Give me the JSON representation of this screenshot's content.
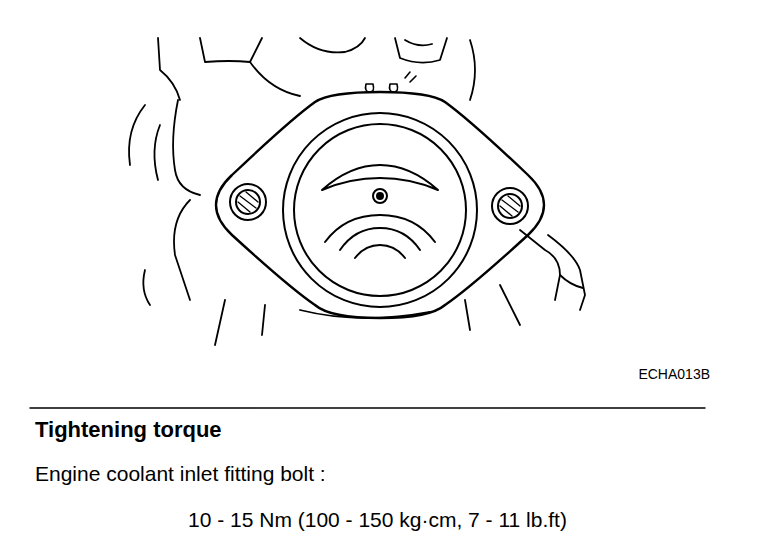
{
  "diagram": {
    "labels": [
      "ECHA013B",
      "Tightening torque",
      "Engine coolant inlet fitting bolt :",
      "10 - 15 Nm (100 - 150 kg·cm, 7 - 11 lb.ft)"
    ]
  }
}
